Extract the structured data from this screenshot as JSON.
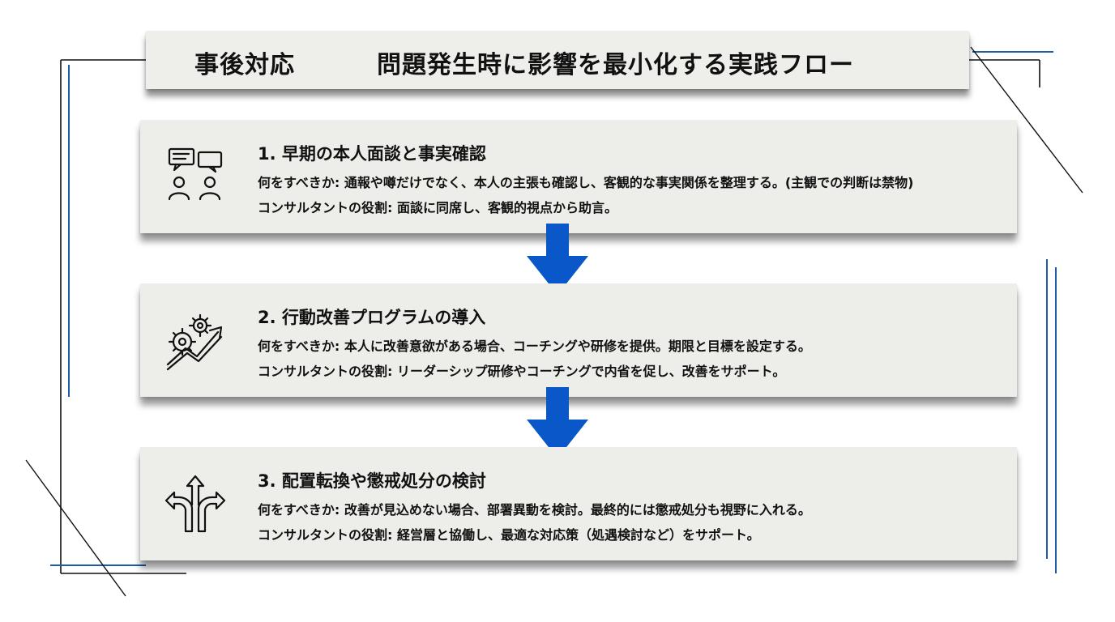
{
  "title": {
    "prefix": "事後対応",
    "main": "問題発生時に影響を最小化する実践フロー"
  },
  "colors": {
    "arrow": "#0a57c9",
    "accent_line": "#1f5aa8",
    "card": "#ededea",
    "text": "#111111"
  },
  "steps": [
    {
      "icon": "chat-people-icon",
      "title": "1. 早期の本人面談と事実確認",
      "what": "何をすべきか: 通報や噂だけでなく、本人の主張も確認し、客観的な事実関係を整理する。(主観での判断は禁物)",
      "role": "コンサルタントの役割: 面談に同席し、客観的視点から助言。"
    },
    {
      "icon": "gear-growth-icon",
      "title": "2. 行動改善プログラムの導入",
      "what": "何をすべきか: 本人に改善意欲がある場合、コーチングや研修を提供。期限と目標を設定する。",
      "role": "コンサルタントの役割: リーダーシップ研修やコーチングで内省を促し、改善をサポート。"
    },
    {
      "icon": "split-arrows-icon",
      "title": "3. 配置転換や懲戒処分の検討",
      "what": "何をすべきか: 改善が見込めない場合、部署異動を検討。最終的には懲戒処分も視野に入れる。",
      "role": "コンサルタントの役割: 経営層と協働し、最適な対応策（処遇検討など）をサポート。"
    }
  ]
}
